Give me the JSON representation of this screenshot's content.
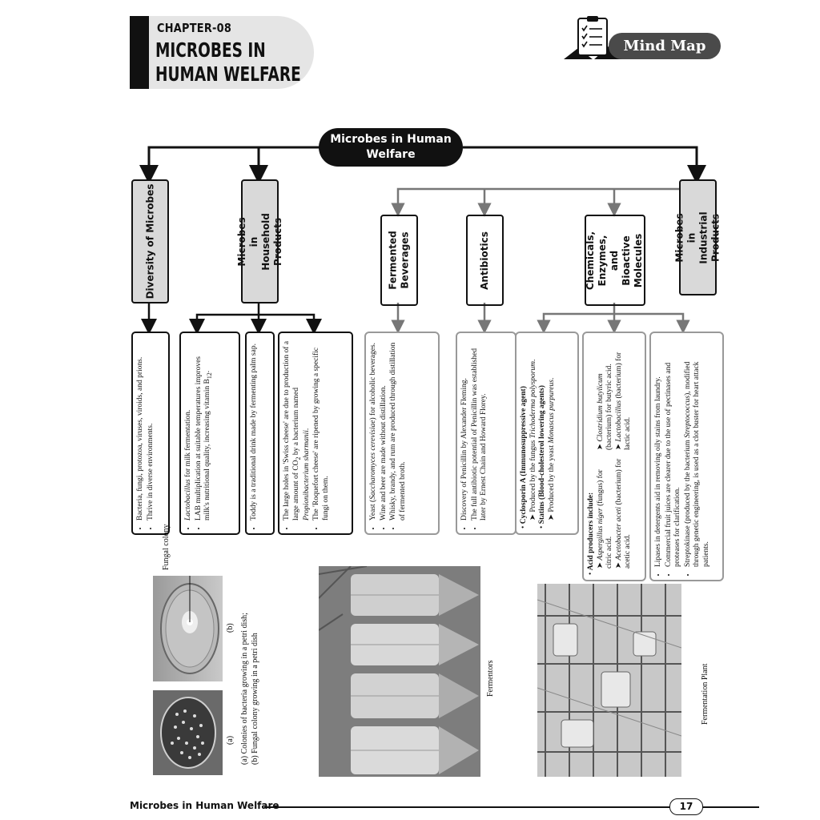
{
  "header": {
    "chapter_number": "CHAPTER-08",
    "chapter_title_line1": "MICROBES IN",
    "chapter_title_line2": "HUMAN WELFARE",
    "mind_map_label": "Mind Map",
    "clipboard_icon": "clipboard-checklist-icon"
  },
  "mindmap": {
    "root": "Microbes in Human Welfare",
    "branches": {
      "diversity": "Diversity of Microbes",
      "household": "Microbes in Household Products",
      "industrial": "Microbes in Industrial Products",
      "fermented": "Fermented Beverages",
      "antibiotics": "Antibiotics",
      "chemicals": "Chemicals, Enzymes, and Bioactive Molecules"
    },
    "details": {
      "diversity": [
        "Bacteria, fungi, protozoa, viruses, viroids, and prions.",
        "Thrive in diverse environments."
      ],
      "lacto": [
        "Lactobacillus for milk fermentation.",
        "LAB multiplication at suitable temperatures improves milk's nutritional quality, increasing vitamin B12."
      ],
      "toddy": [
        "Toddy is a traditional drink made by fermenting palm sap."
      ],
      "cheese": [
        "The large holes in 'Swiss cheese' are due to production of a large amount of CO2 by a bacterium named Propionibacterium sharmanii.",
        "The 'Roquefort cheese' are ripened by growing a specific fungi on them."
      ],
      "fermented": [
        "Yeast (Saccharomyces cerevisiae) for alcoholic beverages.",
        "Wine and beer are made without distillation.",
        "Whisky, brandy, and rum are produced through distillation of fermented broth."
      ],
      "antibiotics": [
        "Discovery of Penicillin by Alexander Fleming.",
        "The full antibiotic potential of Penicillin was established later by Ernest Chain and Howard Florey."
      ],
      "cyclosporin_title": "Cyclosporin A (Immunosuppressive agent)",
      "cyclosporin_detail": "Produced by the fungus Trichoderma polysporum.",
      "statins_title": "Statins (Blood-cholesterol lowering agents)",
      "statins_detail": "Produced by the yeast Monascus purpureus.",
      "acid_title": "Acid producers include:",
      "acid_items": [
        "Aspergillus niger (fungus) for citric acid.",
        "Acetobacter aceti (bacterium) for acetic acid.",
        "Clostridium butylicum (bacterium) for butyric acid.",
        "Lactobacillus (bacterium) for lactic acid."
      ],
      "enzymes": [
        "Lipases in detergents aid in removing oily stains from laundry.",
        "Commercial fruit juices are clearer due to the use of pectinases and proteases for clarification.",
        "Streptokinase (produced by the bacterium Streptococcus), modified through genetic engineering, is used as a clot buster for heart attack patients."
      ]
    }
  },
  "figures": {
    "fungal_label": "Fungal colony",
    "label_a": "(a)",
    "label_b": "(b)",
    "petri_caption_a": "(a) Colonies of bacteria growing in a petri dish;",
    "petri_caption_b": "(b) Fungal colony growing in a petri dish",
    "fermentors_caption": "Fermentors",
    "plant_caption": "Fermentation Plant"
  },
  "footer": {
    "title": "Microbes in Human Welfare",
    "page_number": "17"
  }
}
